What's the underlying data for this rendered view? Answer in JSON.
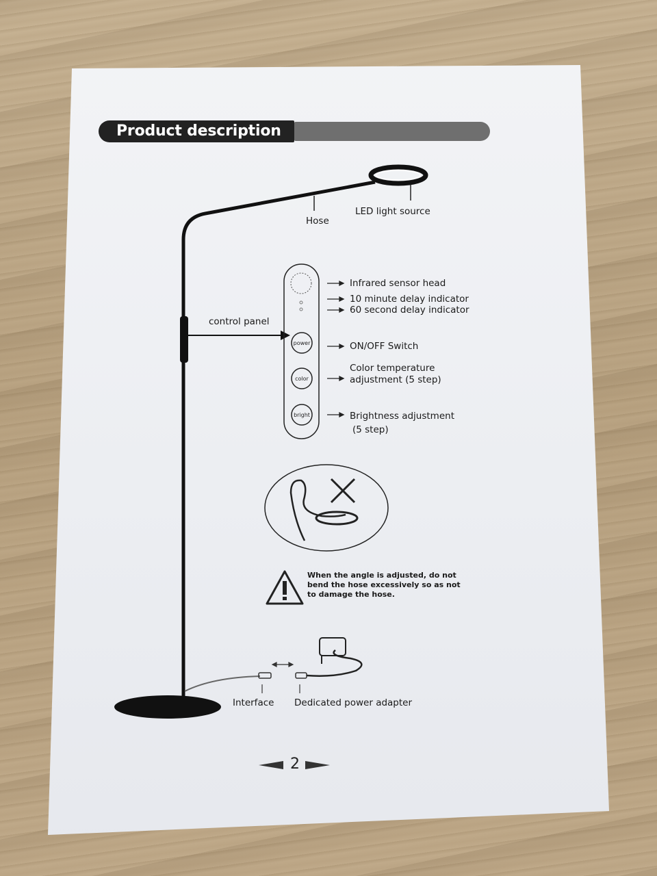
{
  "header": {
    "title": "Product description"
  },
  "labels": {
    "hose": "Hose",
    "led": "LED light source",
    "control_panel": "control panel",
    "infrared": "Infrared sensor head",
    "delay10": "10 minute delay indicator",
    "delay60": "60 second delay indicator",
    "onoff": "ON/OFF Switch",
    "color_line1": "Color temperature",
    "color_line2": "adjustment (5 step)",
    "bright_line1": "Brightness adjustment",
    "bright_line2": "(5 step)",
    "interface": "Interface",
    "adapter": "Dedicated power adapter"
  },
  "buttons": {
    "power": "power",
    "color": "color",
    "bright": "bright"
  },
  "warning": "When the angle is adjusted, do not bend the hose excessively so as not to damage the hose.",
  "page_number": "2"
}
